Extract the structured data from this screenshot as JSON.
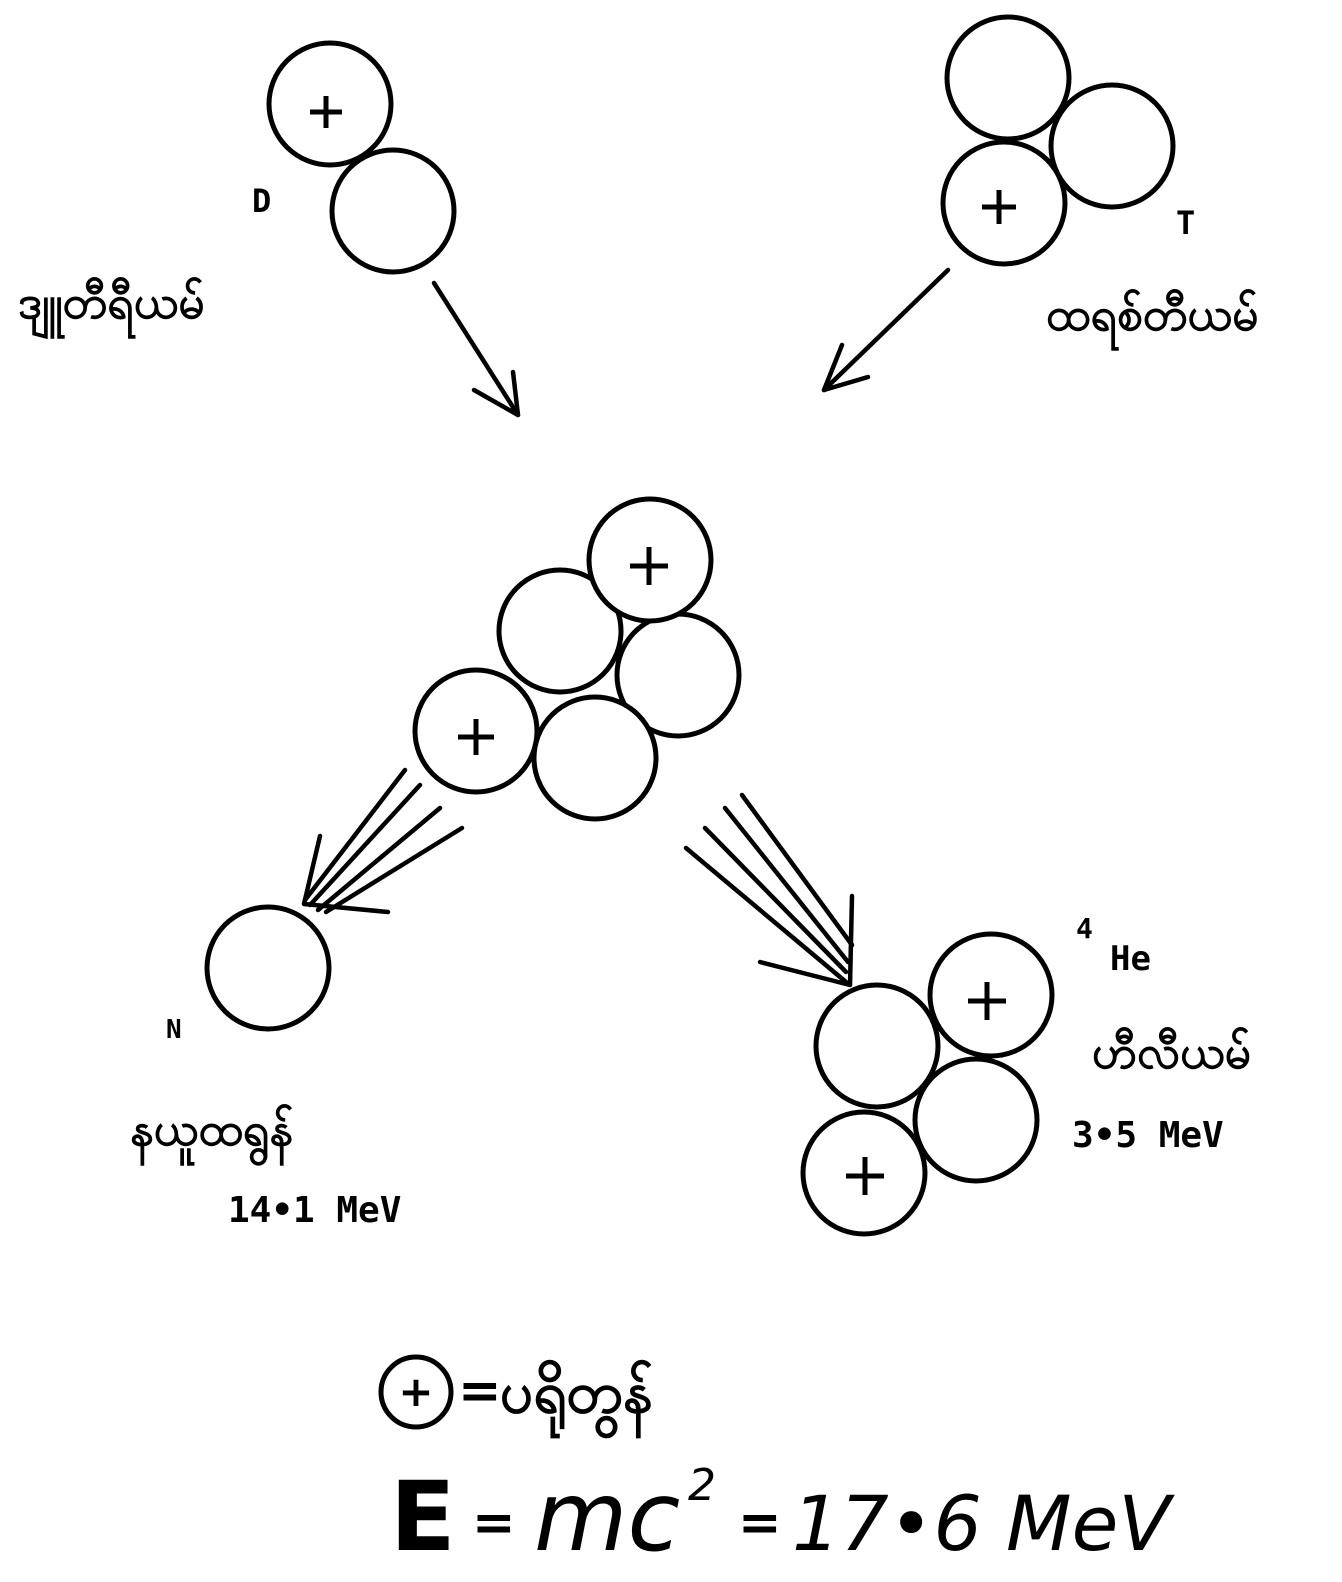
{
  "reactants": {
    "deuterium": {
      "symbol": "D",
      "name": "ဒျူတီရီယမ်"
    },
    "tritium": {
      "symbol": "T",
      "name": "ထရစ်တီယမ်"
    }
  },
  "products": {
    "neutron": {
      "symbol": "N",
      "name": "နယူထရွန်",
      "energy": "14•1 MeV"
    },
    "helium": {
      "mass_number": "4",
      "symbol": "He",
      "name": "ဟီလီယမ်",
      "energy": "3•5 MeV"
    }
  },
  "legend": {
    "proton_symbol": "+",
    "equals": "=",
    "proton_name": "ပရိုတွန်"
  },
  "equation": {
    "lhs": "E",
    "eq1": "=",
    "mc": "mc",
    "exponent": "2",
    "eq2": "=",
    "value": "17•6 MeV"
  },
  "colors": {
    "ink": "#000000",
    "background": "#ffffff"
  }
}
